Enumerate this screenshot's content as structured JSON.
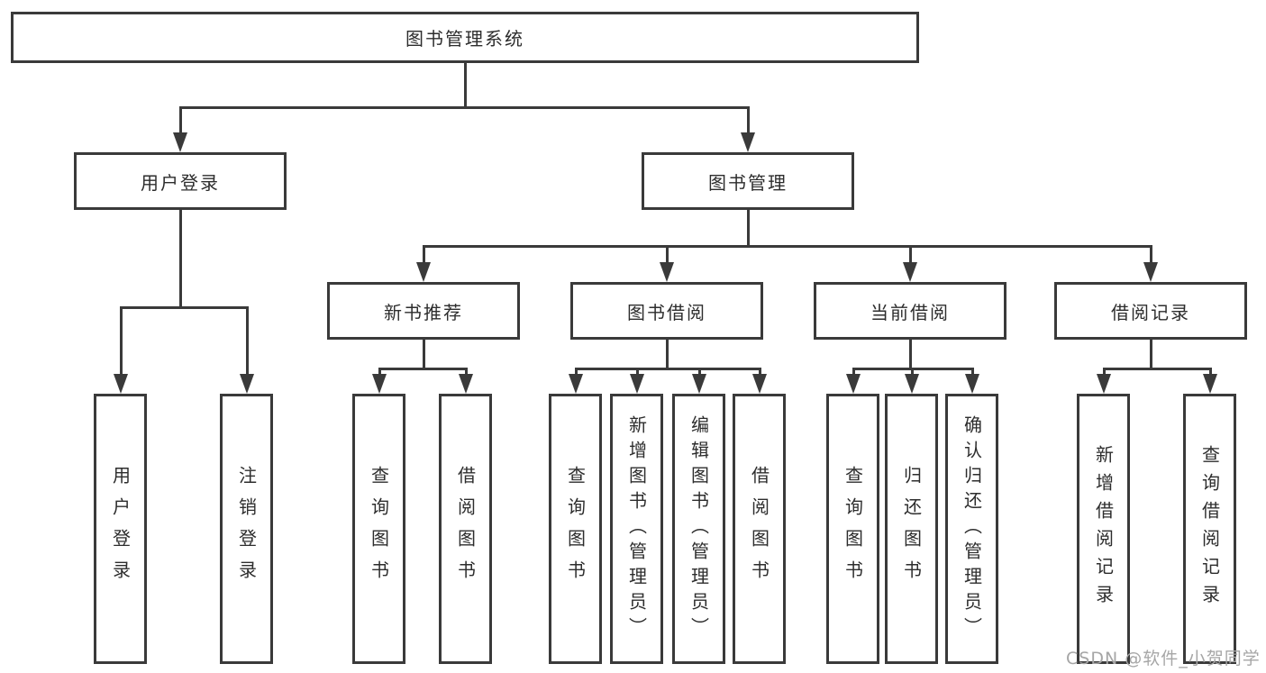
{
  "tree": {
    "root": "图书管理系统",
    "children": [
      {
        "label": "用户登录",
        "children": [
          "用户登录",
          "注销登录"
        ]
      },
      {
        "label": "图书管理",
        "children": [
          {
            "label": "新书推荐",
            "children": [
              "查询图书",
              "借阅图书"
            ]
          },
          {
            "label": "图书借阅",
            "children": [
              "查询图书",
              "新增图书（管理员）",
              "编辑图书（管理员）",
              "借阅图书"
            ]
          },
          {
            "label": "当前借阅",
            "children": [
              "查询图书",
              "归还图书",
              "确认归还（管理员）"
            ]
          },
          {
            "label": "借阅记录",
            "children": [
              "新增借阅记录",
              "查询借阅记录"
            ]
          }
        ]
      }
    ]
  },
  "watermark": {
    "text": "CSDN @软件_小贺同学"
  },
  "colors": {
    "line": "#3a3a3a",
    "text": "#2d2d2d",
    "box_background": "#ffffff",
    "watermark": "#a6a6a6",
    "page_background": "#ffffff"
  }
}
